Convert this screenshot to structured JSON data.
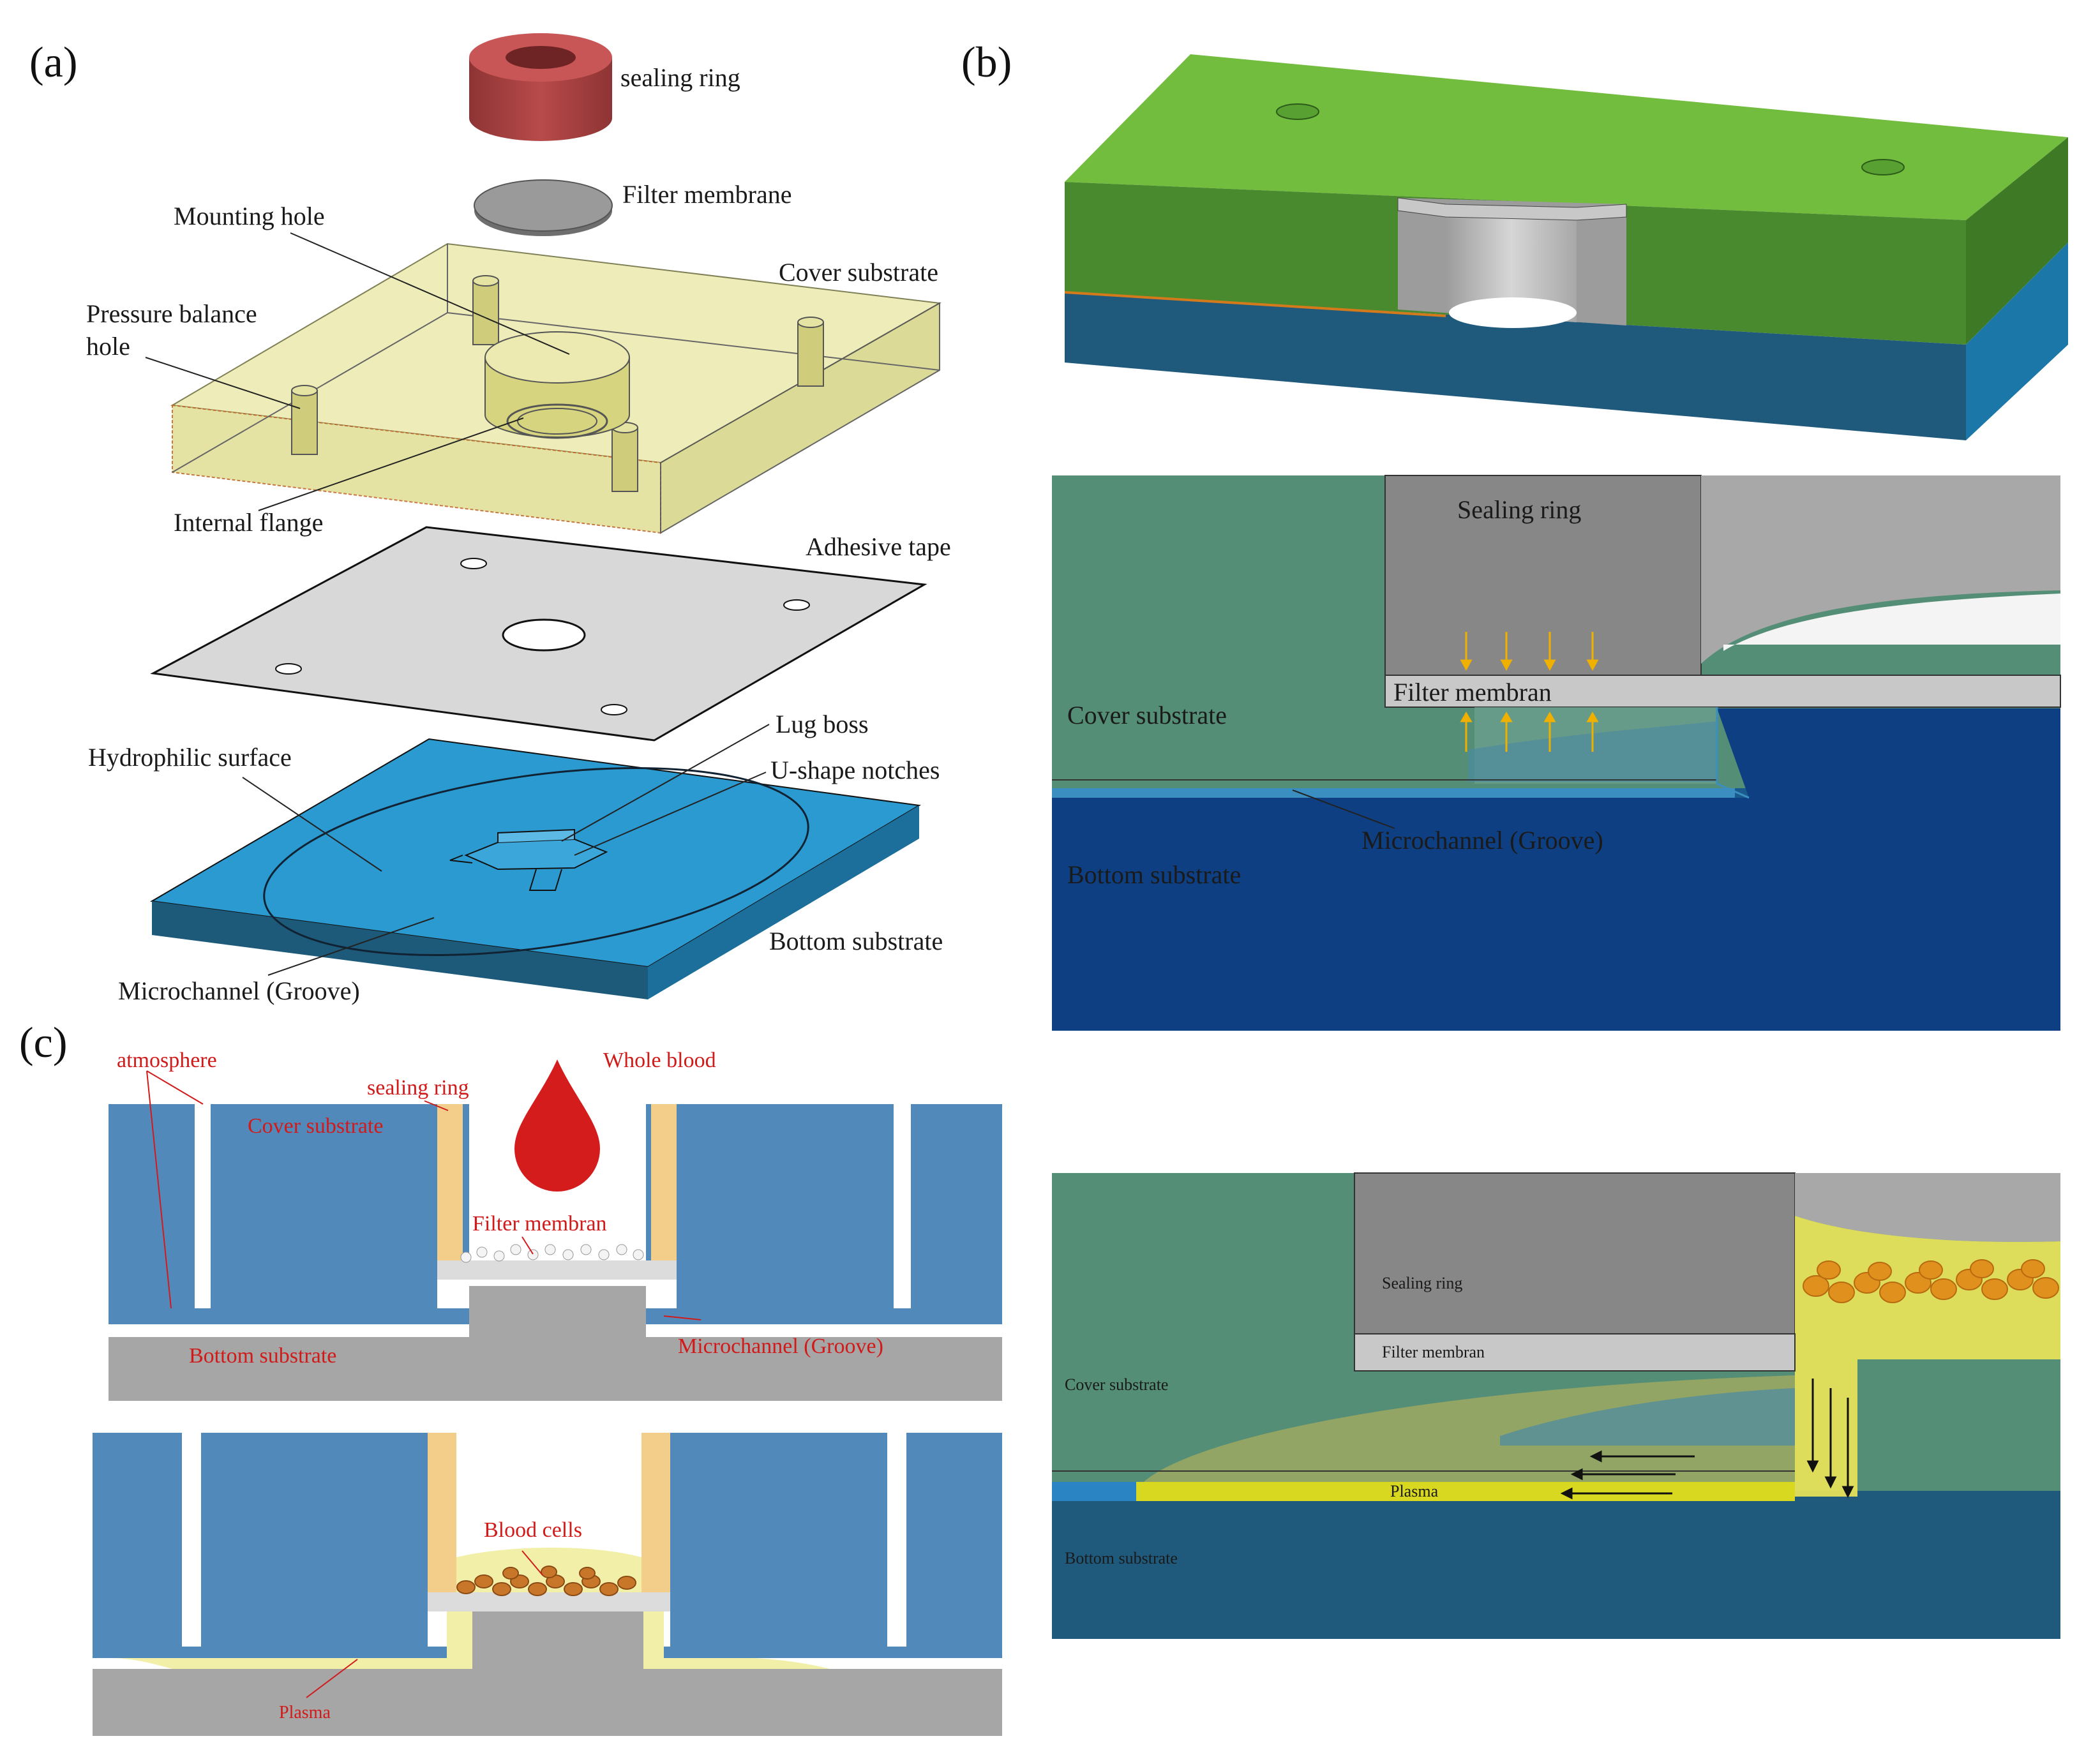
{
  "panel_a": {
    "tag": "(a)",
    "labels": {
      "sealing_ring": "sealing ring",
      "filter_membrane": "Filter membrane",
      "mounting_hole": "Mounting hole",
      "cover_substrate": "Cover substrate",
      "pressure_balance_hole_1": "Pressure balance",
      "pressure_balance_hole_2": "hole",
      "internal_flange": "Internal flange",
      "adhesive_tape": "Adhesive tape",
      "lug_boss": "Lug boss",
      "u_shape_notches": "U-shape notches",
      "hydrophilic_surface": "Hydrophilic surface",
      "bottom_substrate": "Bottom substrate",
      "microchannel": "Microchannel (Groove)"
    }
  },
  "panel_b": {
    "tag": "(b)",
    "mid": {
      "sealing_ring": "Sealing ring",
      "filter_membran": "Filter membran",
      "cover_substrate": "Cover substrate",
      "microchannel": "Microchannel (Groove)",
      "bottom_substrate": "Bottom substrate"
    },
    "low": {
      "sealing_ring": "Sealing ring",
      "filter_membran": "Filter membran",
      "cover_substrate": "Cover substrate",
      "plasma": "Plasma",
      "bottom_substrate": "Bottom substrate"
    }
  },
  "panel_c": {
    "tag": "(c)",
    "top": {
      "atmosphere": "atmosphere",
      "sealing_ring": "sealing ring",
      "whole_blood": "Whole blood",
      "cover_substrate": "Cover substrate",
      "filter_membran": "Filter membran",
      "bottom_substrate": "Bottom substrate",
      "microchannel": "Microchannel (Groove)"
    },
    "bottom": {
      "blood_cells": "Blood cells",
      "plasma": "Plasma"
    }
  },
  "colors": {
    "cover_yellow": "#e8e6a0",
    "green": "#6bb83a",
    "blue_bottom": "#2a9ad0",
    "section_blue": "#5289bb",
    "sealing_tan": "#f2ce8a",
    "blood_red": "#d41c1c",
    "plasma_yellow": "#f2f0a8",
    "cell_orange": "#d9831e"
  }
}
